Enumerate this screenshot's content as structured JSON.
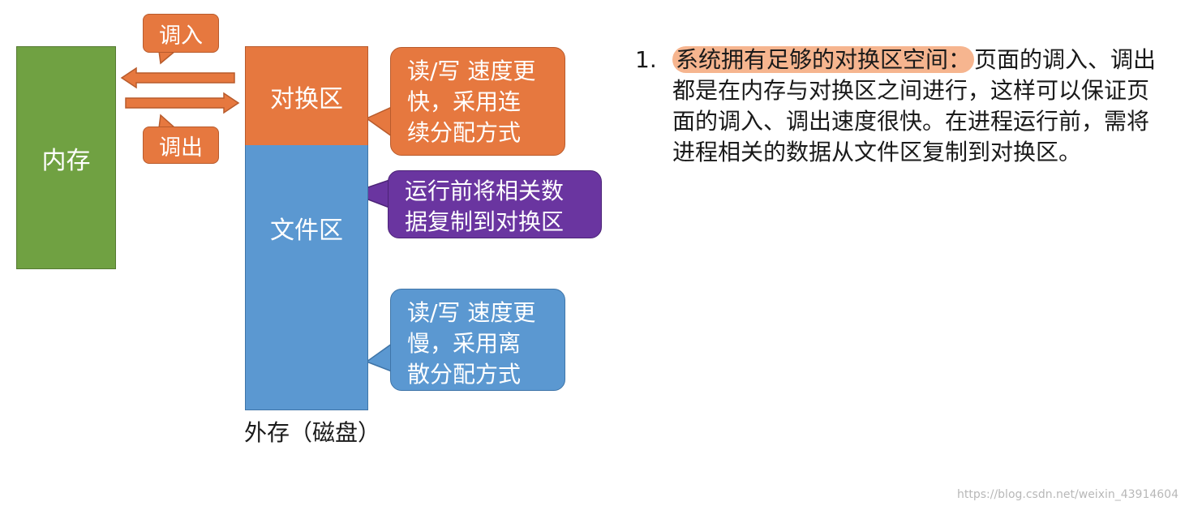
{
  "diagram": {
    "memory_label": "内存",
    "swap_label": "对换区",
    "file_label": "文件区",
    "storage_caption": "外存（磁盘）",
    "tag_in": "调入",
    "tag_out": "调出",
    "callout_swap": [
      "读/写 速度更",
      "快，采用连",
      "续分配方式"
    ],
    "callout_file": [
      "读/写 速度更",
      "慢，采用离",
      "散分配方式"
    ],
    "callout_copy": [
      "运行前将相关数",
      "据复制到对换区"
    ],
    "colors": {
      "memory": "#70a142",
      "swap": "#e6783f",
      "file": "#5b98d1",
      "copy": "#6a35a0",
      "highlight": "#f6b58f"
    }
  },
  "description": {
    "number": "1.",
    "highlight": "系统拥有足够的对换区空间：",
    "text": "页面的调入、调出都是在内存与对换区之间进行，这样可以保证页面的调入、调出速度很快。在进程运行前，需将进程相关的数据从文件区复制到对换区。"
  },
  "watermark": "https://blog.csdn.net/weixin_43914604"
}
